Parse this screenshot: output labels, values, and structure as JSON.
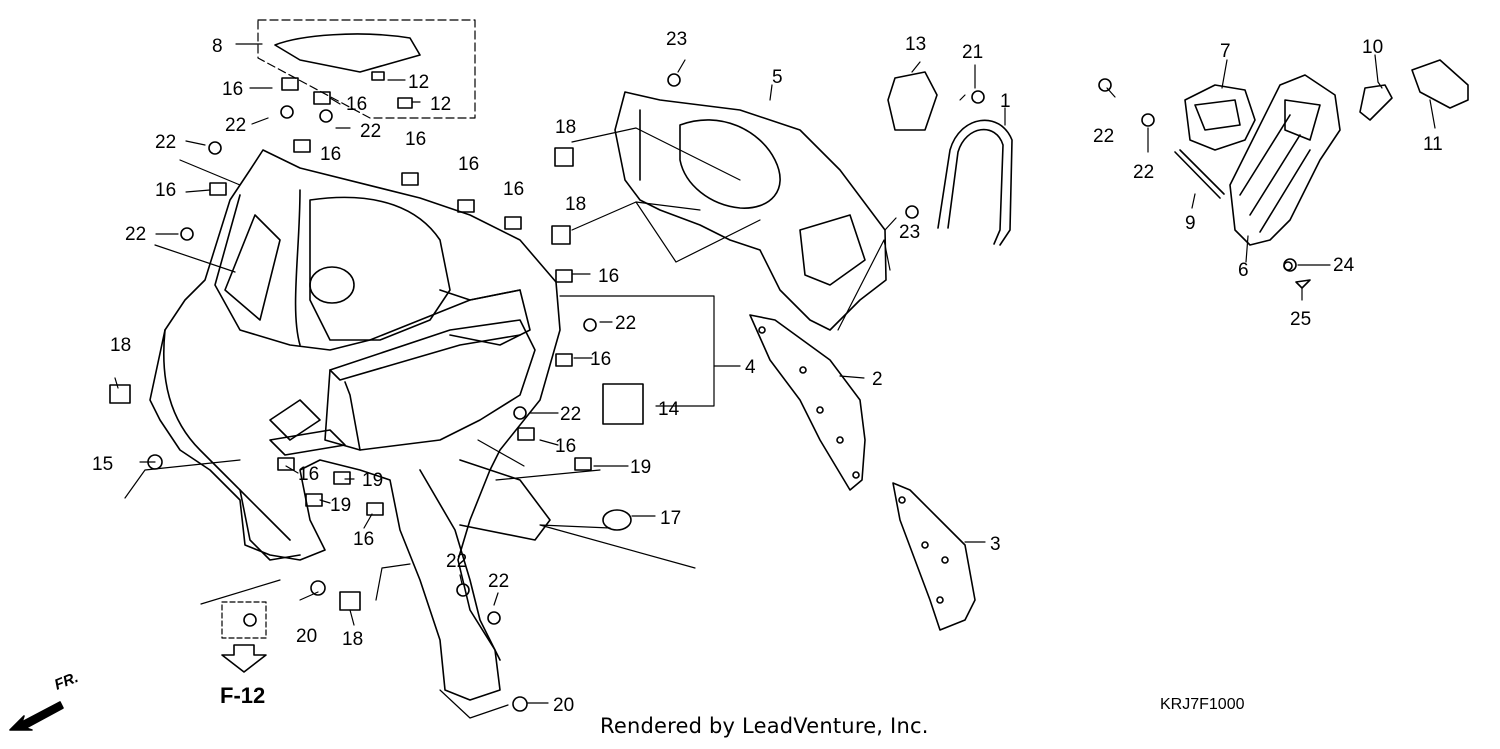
{
  "credit": "Rendered by LeadVenture, Inc.",
  "diagram_code": "KRJ7F1000",
  "ref_label": "F-12",
  "direction_label": "FR.",
  "callouts": [
    "1",
    "2",
    "3",
    "4",
    "5",
    "6",
    "7",
    "8",
    "9",
    "10",
    "11",
    "12",
    "13",
    "14",
    "15",
    "16",
    "17",
    "18",
    "19",
    "20",
    "21",
    "22",
    "23",
    "24",
    "25"
  ]
}
